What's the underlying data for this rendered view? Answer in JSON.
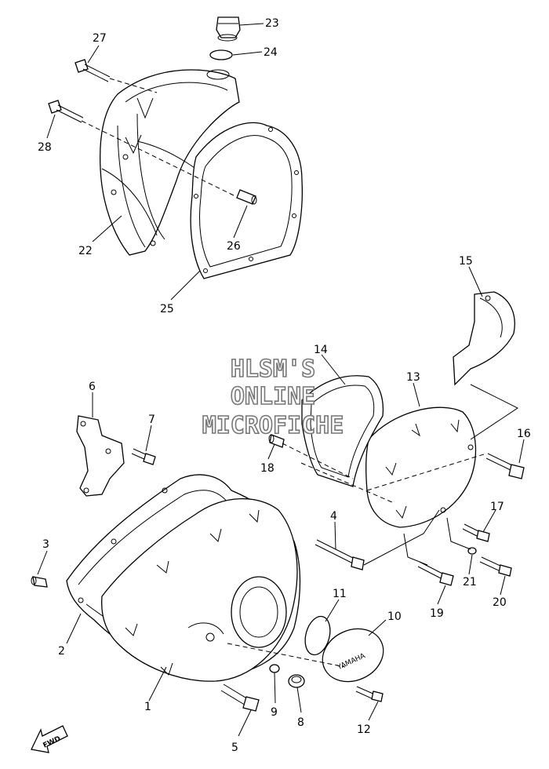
{
  "watermark": {
    "line1": "HLSM'S",
    "line2": "ONLINE",
    "line3": "MICROFICHE"
  },
  "fwd_label": "FWD",
  "callouts": [
    "1",
    "2",
    "3",
    "4",
    "5",
    "6",
    "7",
    "8",
    "9",
    "10",
    "11",
    "12",
    "13",
    "14",
    "15",
    "16",
    "17",
    "18",
    "19",
    "20",
    "21",
    "22",
    "23",
    "24",
    "25",
    "26",
    "27",
    "28"
  ],
  "emblem_text": "YAMAHA"
}
